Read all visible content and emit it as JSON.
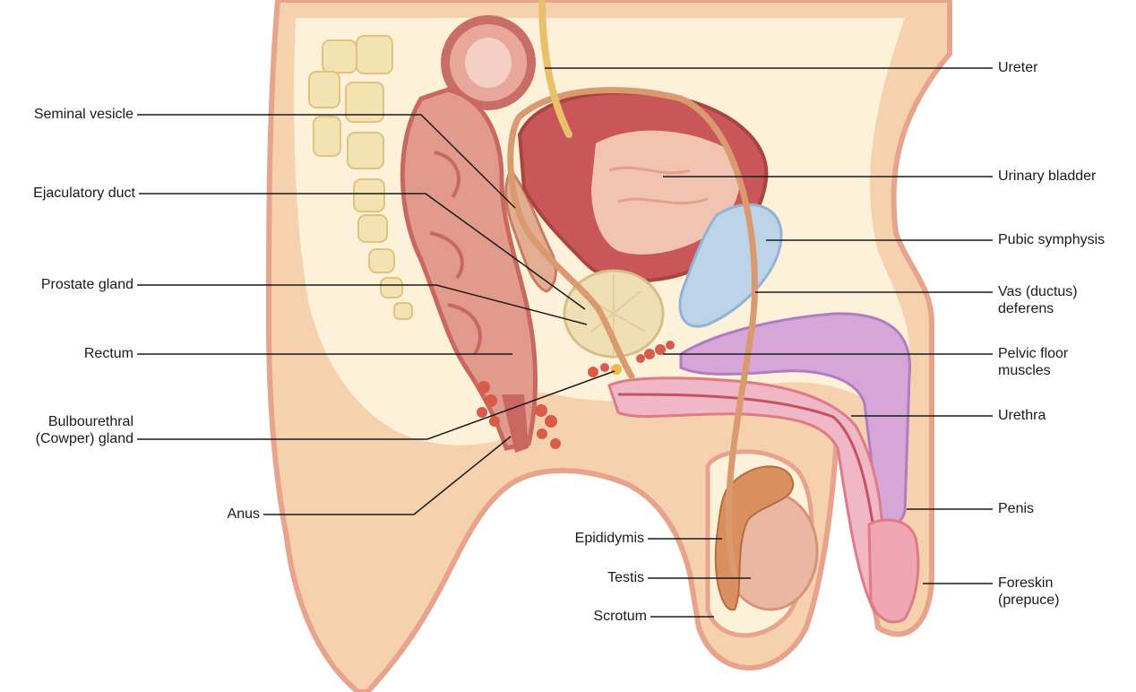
{
  "diagram": {
    "labels": {
      "ureter": [
        "Ureter"
      ],
      "urinary_bladder": [
        "Urinary bladder"
      ],
      "pubic_symphysis": [
        "Pubic symphysis"
      ],
      "vas_deferens": [
        "Vas (ductus)",
        "deferens"
      ],
      "pelvic_floor": [
        "Pelvic floor",
        "muscles"
      ],
      "urethra": [
        "Urethra"
      ],
      "penis": [
        "Penis"
      ],
      "foreskin": [
        "Foreskin",
        "(prepuce)"
      ],
      "seminal_vesicle": [
        "Seminal vesicle"
      ],
      "ejaculatory_duct": [
        "Ejaculatory duct"
      ],
      "prostate_gland": [
        "Prostate gland"
      ],
      "rectum": [
        "Rectum"
      ],
      "bulbourethral": [
        "Bulbourethral",
        "(Cowper) gland"
      ],
      "anus": [
        "Anus"
      ],
      "epididymis": [
        "Epididymis"
      ],
      "testis": [
        "Testis"
      ],
      "scrotum": [
        "Scrotum"
      ]
    },
    "colors": {
      "skin": "#f6d1ae",
      "skin_outline": "#e8a38c",
      "interior": "#fdf1d9",
      "muscle": "#c9575a",
      "bladder": "#e89a86",
      "bone": "#f3e3b2",
      "pubic": "#bcd3e8",
      "penis_tissue": "#d6a6d8",
      "urethra_red": "#e07a86",
      "duct": "#d99a6f",
      "ureter": "#e9c16b",
      "prostate": "#f0dfb5",
      "testis": "#eab8a2",
      "epididymis": "#d98f5e",
      "gland": "#d95c4a",
      "leader": "#1a1a1a"
    }
  }
}
